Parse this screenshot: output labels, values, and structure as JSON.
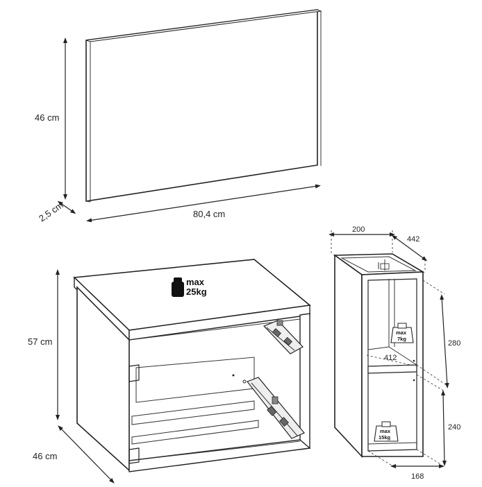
{
  "panel": {
    "height_label": "46 cm",
    "depth_label": "2,5 cm",
    "width_label": "80,4 cm"
  },
  "cabinet": {
    "height_label": "57 cm",
    "depth_label": "46 cm",
    "weight_max_word": "max",
    "weight_max_value": "25kg"
  },
  "shelf_unit": {
    "width_label": "200",
    "depth_label": "442",
    "upper_height_label": "280",
    "inner_width_label": "412",
    "lower_height_label": "240",
    "bottom_label": "168",
    "upper_weight_word": "max",
    "upper_weight_value": "7kg",
    "lower_weight_word": "max",
    "lower_weight_value": "15kg"
  }
}
